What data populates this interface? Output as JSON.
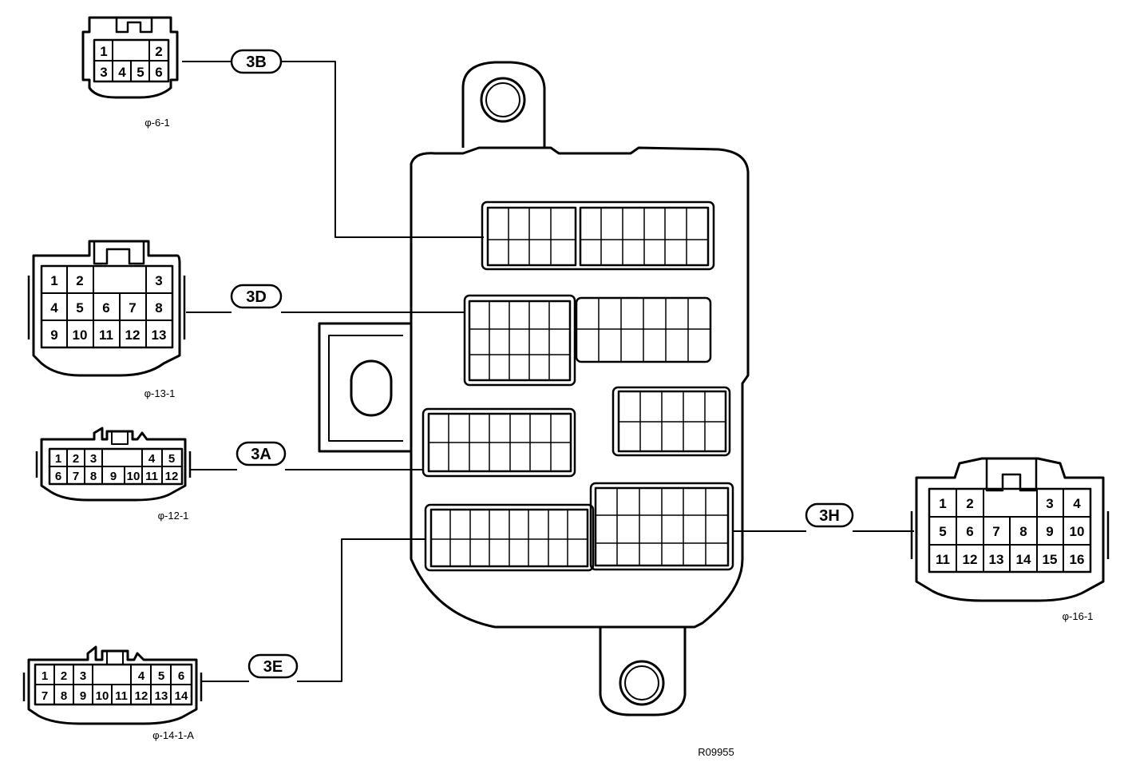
{
  "connectors": {
    "c3B": {
      "tag": "3B",
      "code": "φ-6-1",
      "pins": [
        "1",
        "2",
        "3",
        "4",
        "5",
        "6"
      ]
    },
    "c3D": {
      "tag": "3D",
      "code": "φ-13-1",
      "pins": [
        "1",
        "2",
        "3",
        "4",
        "5",
        "6",
        "7",
        "8",
        "9",
        "10",
        "11",
        "12",
        "13"
      ]
    },
    "c3A": {
      "tag": "3A",
      "code": "φ-12-1",
      "pins": [
        "1",
        "2",
        "3",
        "4",
        "5",
        "6",
        "7",
        "8",
        "9",
        "10",
        "11",
        "12"
      ]
    },
    "c3E": {
      "tag": "3E",
      "code": "φ-14-1-A",
      "pins": [
        "1",
        "2",
        "3",
        "4",
        "5",
        "6",
        "7",
        "8",
        "9",
        "10",
        "11",
        "12",
        "13",
        "14"
      ]
    },
    "c3H": {
      "tag": "3H",
      "code": "φ-16-1",
      "pins": [
        "1",
        "2",
        "3",
        "4",
        "5",
        "6",
        "7",
        "8",
        "9",
        "10",
        "11",
        "12",
        "13",
        "14",
        "15",
        "16"
      ]
    }
  },
  "figure_code": "R09955",
  "colors": {
    "line": "#000000",
    "background": "#ffffff"
  }
}
